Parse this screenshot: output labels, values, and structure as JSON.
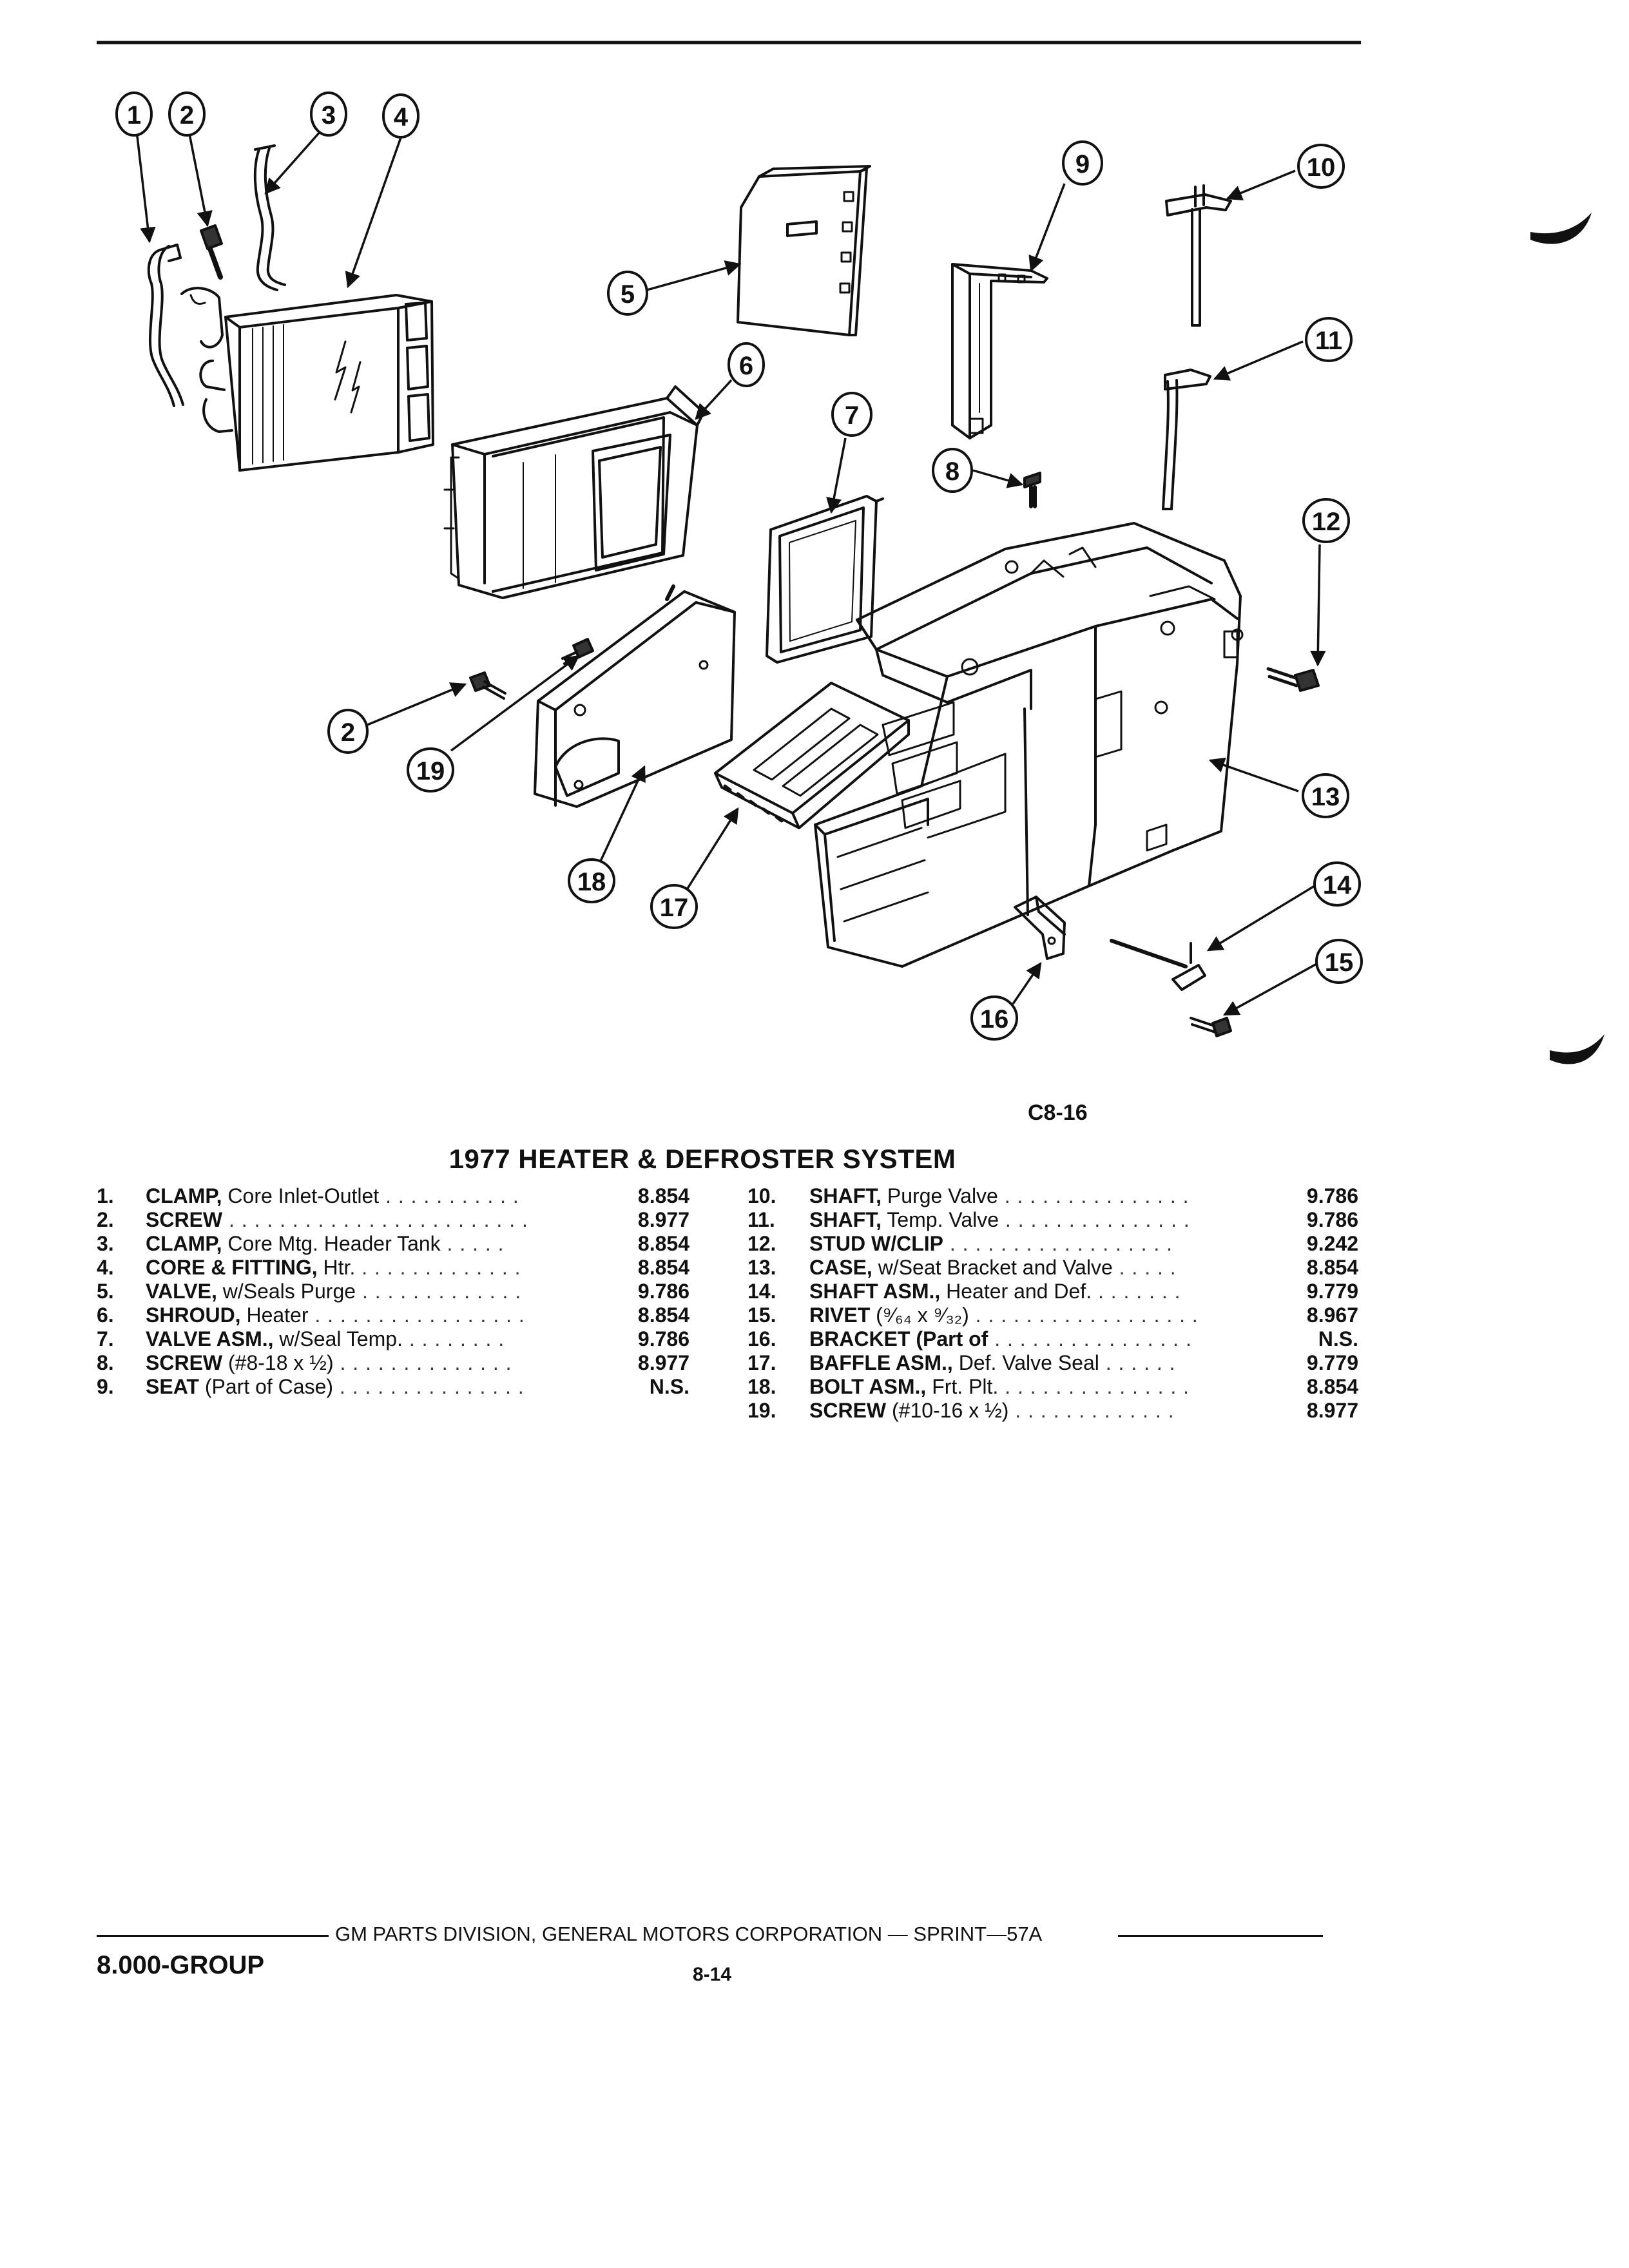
{
  "figure_code": "C8-16",
  "title": "1977 HEATER & DEFROSTER SYSTEM",
  "callouts": [
    "1",
    "2",
    "3",
    "4",
    "5",
    "6",
    "7",
    "8",
    "9",
    "10",
    "11",
    "12",
    "13",
    "14",
    "15",
    "16",
    "17",
    "18",
    "19",
    "2"
  ],
  "parts_left": [
    {
      "num": "1.",
      "name": "CLAMP,",
      "desc": " Core Inlet-Outlet",
      "dots": " . . . . . . . . . . .",
      "code": "8.854"
    },
    {
      "num": "2.",
      "name": "SCREW",
      "desc": "",
      "dots": " . . . . . . . . . . . . . . . . . . . . . . . .",
      "code": "8.977"
    },
    {
      "num": "3.",
      "name": "CLAMP,",
      "desc": " Core Mtg. Header Tank",
      "dots": " . . . . .",
      "code": "8.854"
    },
    {
      "num": "4.",
      "name": "CORE & FITTING,",
      "desc": " Htr.",
      "dots": " . . . . . . . . . . . . .",
      "code": "8.854"
    },
    {
      "num": "5.",
      "name": "VALVE,",
      "desc": " w/Seals Purge",
      "dots": " . . . . . . . . . . . . .",
      "code": "9.786"
    },
    {
      "num": "6.",
      "name": "SHROUD,",
      "desc": " Heater",
      "dots": " . . . . . . . . . . . . . . . . .",
      "code": "8.854"
    },
    {
      "num": "7.",
      "name": "VALVE ASM.,",
      "desc": " w/Seal Temp.",
      "dots": " . . . . . . . .",
      "code": "9.786"
    },
    {
      "num": "8.",
      "name": "SCREW",
      "desc": " (#8-18 x ½)",
      "dots": " . . . . . . . . . . . . . .",
      "code": "8.977"
    },
    {
      "num": "9.",
      "name": "SEAT",
      "desc": " (Part of Case)",
      "dots": " . . . . . . . . . . . . . . .",
      "code": "N.S."
    }
  ],
  "parts_right": [
    {
      "num": "10.",
      "name": "SHAFT,",
      "desc": " Purge Valve",
      "dots": " . . . . . . . . . . . . . . .",
      "code": "9.786"
    },
    {
      "num": "11.",
      "name": "SHAFT,",
      "desc": " Temp. Valve",
      "dots": " . . . . . . . . . . . . . . .",
      "code": "9.786"
    },
    {
      "num": "12.",
      "name": "STUD W/CLIP",
      "desc": "",
      "dots": " . . . . . . . . . . . . . . . . . .",
      "code": "9.242"
    },
    {
      "num": "13.",
      "name": "CASE,",
      "desc": " w/Seat Bracket and Valve",
      "dots": " . . . . .",
      "code": "8.854"
    },
    {
      "num": "14.",
      "name": "SHAFT ASM.,",
      "desc": " Heater and Def.",
      "dots": " . . . . . . .",
      "code": "9.779"
    },
    {
      "num": "15.",
      "name": "RIVET",
      "desc": " (⁹⁄₆₄ x ⁹⁄₃₂)",
      "dots": " . . . . . . . . . . . . . . . . . .",
      "code": "8.967"
    },
    {
      "num": "16.",
      "name": "BRACKET (Part of",
      "desc": "",
      "dots": " . . . . . . . . . . . . . . . .",
      "code": "N.S."
    },
    {
      "num": "17.",
      "name": "BAFFLE ASM.,",
      "desc": " Def. Valve Seal",
      "dots": " . . . . . .",
      "code": "9.779"
    },
    {
      "num": "18.",
      "name": "BOLT ASM.,",
      "desc": " Frt. Plt.",
      "dots": " . . . . . . . . . . . . . . .",
      "code": "8.854"
    },
    {
      "num": "19.",
      "name": "SCREW",
      "desc": " (#10-16 x ½)",
      "dots": " . . . . . . . . . . . . .",
      "code": "8.977"
    }
  ],
  "footer": {
    "text": "GM PARTS DIVISION, GENERAL MOTORS CORPORATION — SPRINT—57A",
    "group": "8.000-GROUP",
    "page": "8-14"
  }
}
